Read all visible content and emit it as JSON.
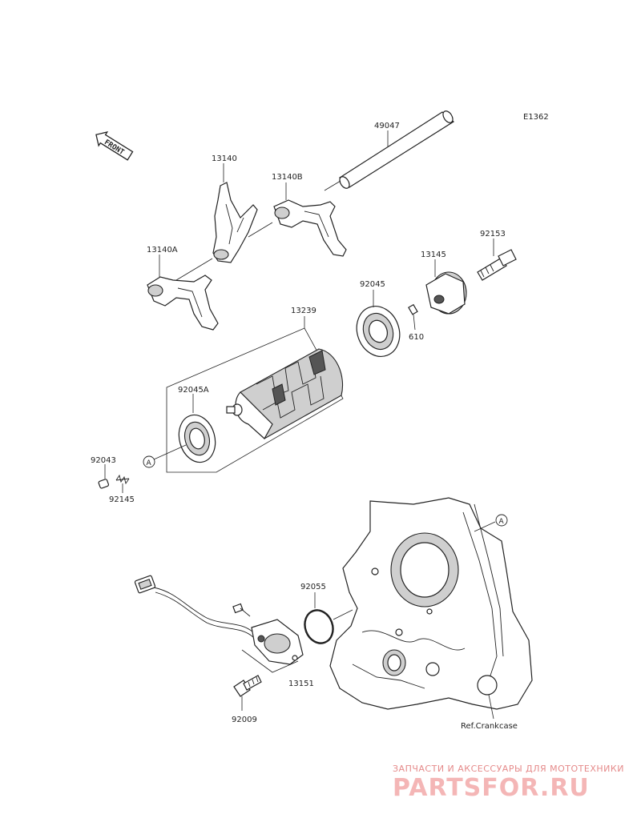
{
  "diagram": {
    "code": "E1362",
    "front_marker": "FRONT",
    "ref_marker": "A",
    "labels": {
      "p49047": "49047",
      "p13140": "13140",
      "p13140B": "13140B",
      "p13140A": "13140A",
      "p92153": "92153",
      "p13145": "13145",
      "p92045": "92045",
      "p610": "610",
      "p13239": "13239",
      "p92045A": "92045A",
      "p92043": "92043",
      "p92145": "92145",
      "p92055": "92055",
      "p13151": "13151",
      "p92009": "92009",
      "ref_crankcase": "Ref.Crankcase"
    }
  },
  "watermark": {
    "tagline": "ЗАПЧАСТИ И АКСЕССУАРЫ ДЛЯ МОТОТЕХНИКИ",
    "brand": "PARTSFOR.RU"
  }
}
